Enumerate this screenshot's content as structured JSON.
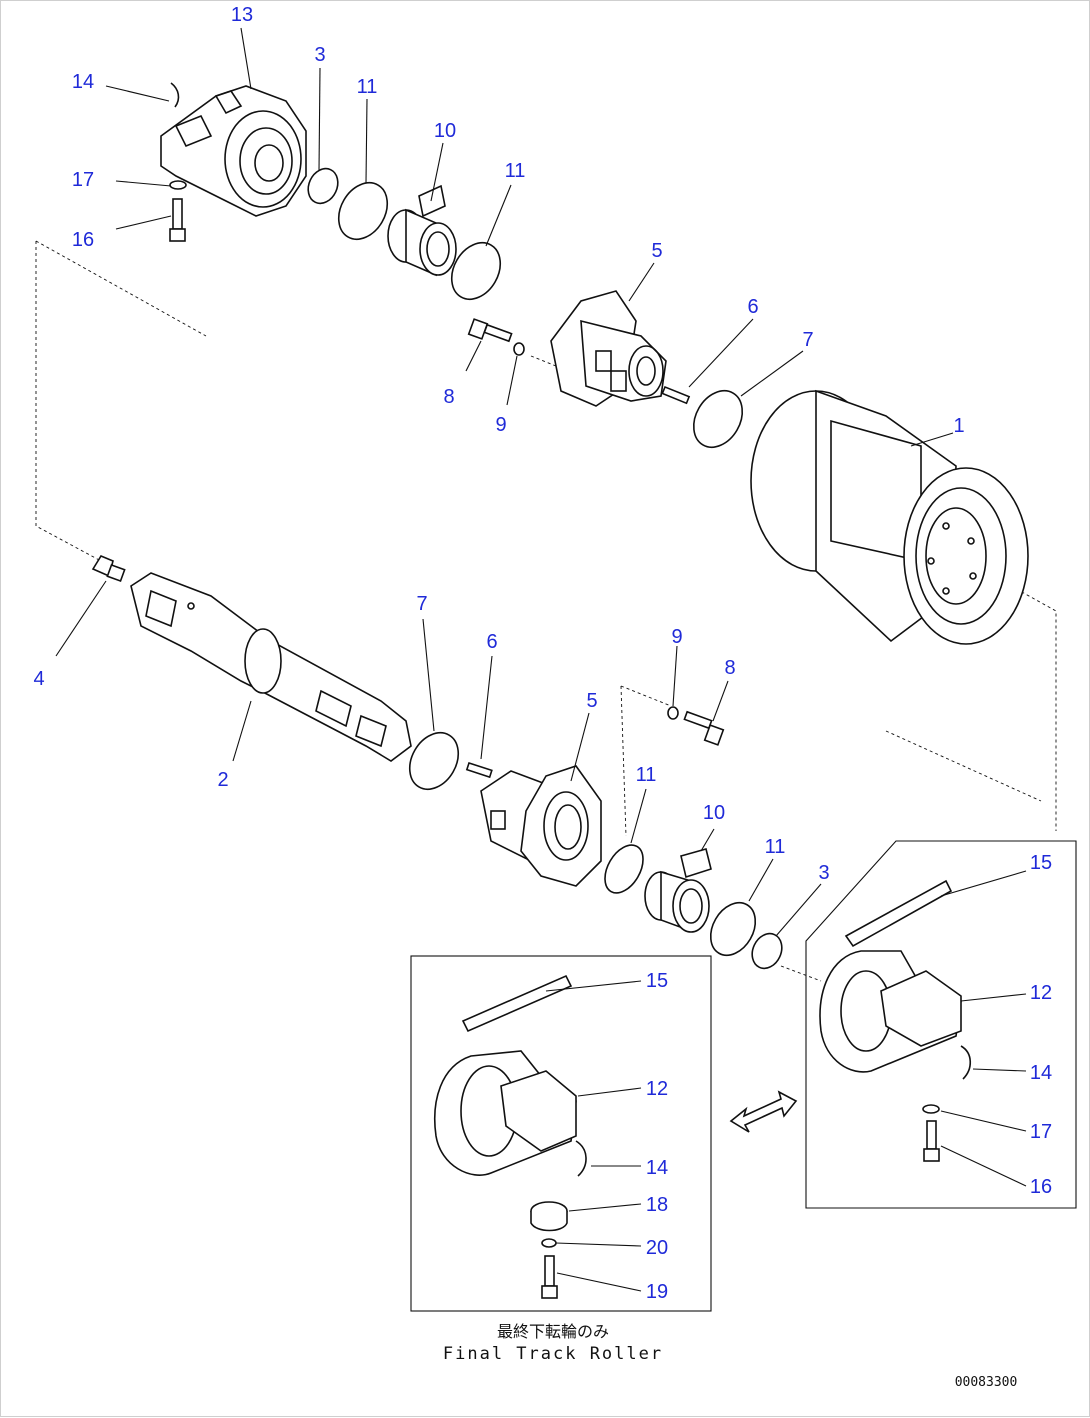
{
  "diagram": {
    "caption_jp": "最終下転輪のみ",
    "caption_en": "Final Track Roller",
    "drawing_code": "00083300"
  },
  "labels": [
    {
      "id": "p13",
      "text": "13"
    },
    {
      "id": "p14a",
      "text": "14"
    },
    {
      "id": "p17a",
      "text": "17"
    },
    {
      "id": "p16a",
      "text": "16"
    },
    {
      "id": "p3a",
      "text": "3"
    },
    {
      "id": "p11a",
      "text": "11"
    },
    {
      "id": "p10a",
      "text": "10"
    },
    {
      "id": "p11b",
      "text": "11"
    },
    {
      "id": "p5a",
      "text": "5"
    },
    {
      "id": "p6a",
      "text": "6"
    },
    {
      "id": "p7a",
      "text": "7"
    },
    {
      "id": "p8a",
      "text": "8"
    },
    {
      "id": "p9a",
      "text": "9"
    },
    {
      "id": "p1",
      "text": "1"
    },
    {
      "id": "p4",
      "text": "4"
    },
    {
      "id": "p2",
      "text": "2"
    },
    {
      "id": "p7b",
      "text": "7"
    },
    {
      "id": "p6b",
      "text": "6"
    },
    {
      "id": "p5b",
      "text": "5"
    },
    {
      "id": "p9b",
      "text": "9"
    },
    {
      "id": "p8b",
      "text": "8"
    },
    {
      "id": "p11c",
      "text": "11"
    },
    {
      "id": "p10b",
      "text": "10"
    },
    {
      "id": "p11d",
      "text": "11"
    },
    {
      "id": "p3b",
      "text": "3"
    },
    {
      "id": "p15a",
      "text": "15"
    },
    {
      "id": "p12a",
      "text": "12"
    },
    {
      "id": "p14b",
      "text": "14"
    },
    {
      "id": "p17b",
      "text": "17"
    },
    {
      "id": "p16b",
      "text": "16"
    },
    {
      "id": "p15b",
      "text": "15"
    },
    {
      "id": "p12b",
      "text": "12"
    },
    {
      "id": "p14c",
      "text": "14"
    },
    {
      "id": "p18",
      "text": "18"
    },
    {
      "id": "p20",
      "text": "20"
    },
    {
      "id": "p19",
      "text": "19"
    }
  ]
}
